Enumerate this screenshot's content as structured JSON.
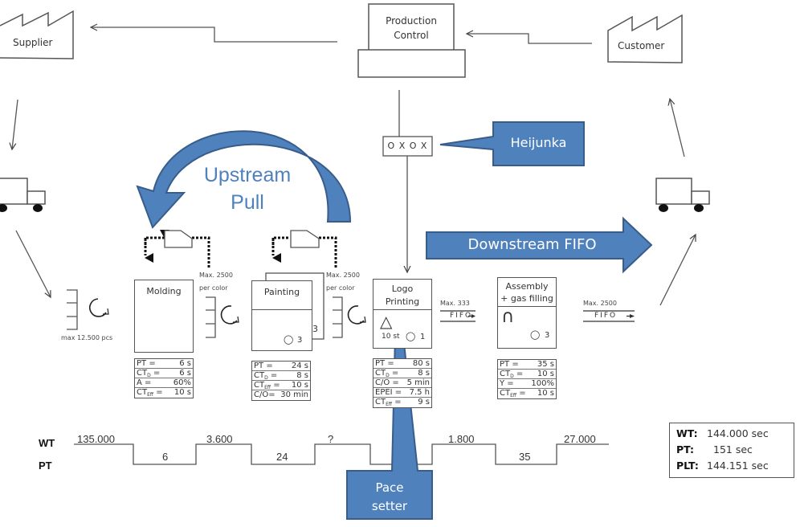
{
  "entities": {
    "supplier": "Supplier",
    "customer": "Customer",
    "production_control": [
      "Production",
      "Control"
    ]
  },
  "heijunka": {
    "box_label": "O X O X",
    "callout": "Heijunka"
  },
  "callouts": {
    "upstream": [
      "Upstream",
      "Pull"
    ],
    "downstream": "Downstream FIFO",
    "pacesetter": [
      "Pace",
      "setter"
    ]
  },
  "inventory": {
    "raw": "max 12.500 pcs",
    "after_molding": [
      "Max. 2500",
      "per color"
    ],
    "after_painting": [
      "Max. 2500",
      "per color"
    ],
    "fifo1_max": "Max. 333",
    "fifo2_max": "Max. 2500",
    "fifo_label": "FIFO"
  },
  "processes": [
    {
      "name": [
        "Molding"
      ],
      "rows": [
        [
          "PT =",
          "6 s"
        ],
        [
          "CT",
          "D",
          " =",
          "6 s"
        ],
        [
          "A =",
          "60%"
        ],
        [
          "CT",
          "Eff",
          " =",
          "10 s"
        ]
      ]
    },
    {
      "name": [
        "Painting"
      ],
      "operators": "3",
      "parallel": "3",
      "rows": [
        [
          "PT =",
          "24 s"
        ],
        [
          "CT",
          "D",
          " =",
          "8 s"
        ],
        [
          "CT",
          "Eff",
          " =",
          "10 s"
        ],
        [
          "C/O=",
          "30 min"
        ]
      ]
    },
    {
      "name": [
        "Logo",
        "Printing"
      ],
      "stock": "10 st",
      "operators": "1",
      "rows": [
        [
          "PT =",
          "80 s"
        ],
        [
          "CT",
          "D",
          " =",
          "8 s"
        ],
        [
          "C/O =",
          "5 min"
        ],
        [
          "EPEI =",
          "7.5 h"
        ],
        [
          "CT",
          "Eff",
          " =",
          "9 s"
        ]
      ]
    },
    {
      "name": [
        "Assembly",
        "+ gas filling"
      ],
      "operators": "3",
      "rows": [
        [
          "PT =",
          "35 s"
        ],
        [
          "CT",
          "D",
          " =",
          "10 s"
        ],
        [
          "Y =",
          "100%"
        ],
        [
          "CT",
          "Eff",
          " =",
          "10 s"
        ]
      ]
    }
  ],
  "timeline": {
    "wt_label": "WT",
    "pt_label": "PT",
    "wt_values": [
      "135.000",
      "3.600",
      "?",
      "1.800",
      "27.000"
    ],
    "pt_values": [
      "6",
      "24",
      "",
      "35"
    ]
  },
  "summary": {
    "wt_label": "WT:",
    "wt_value": "144.000 sec",
    "pt_label": "PT:",
    "pt_value": "151 sec",
    "plt_label": "PLT:",
    "plt_value": "144.151 sec"
  },
  "colors": {
    "callout_fill": "#4f81bd",
    "callout_stroke": "#385d8a",
    "line": "#555555"
  }
}
